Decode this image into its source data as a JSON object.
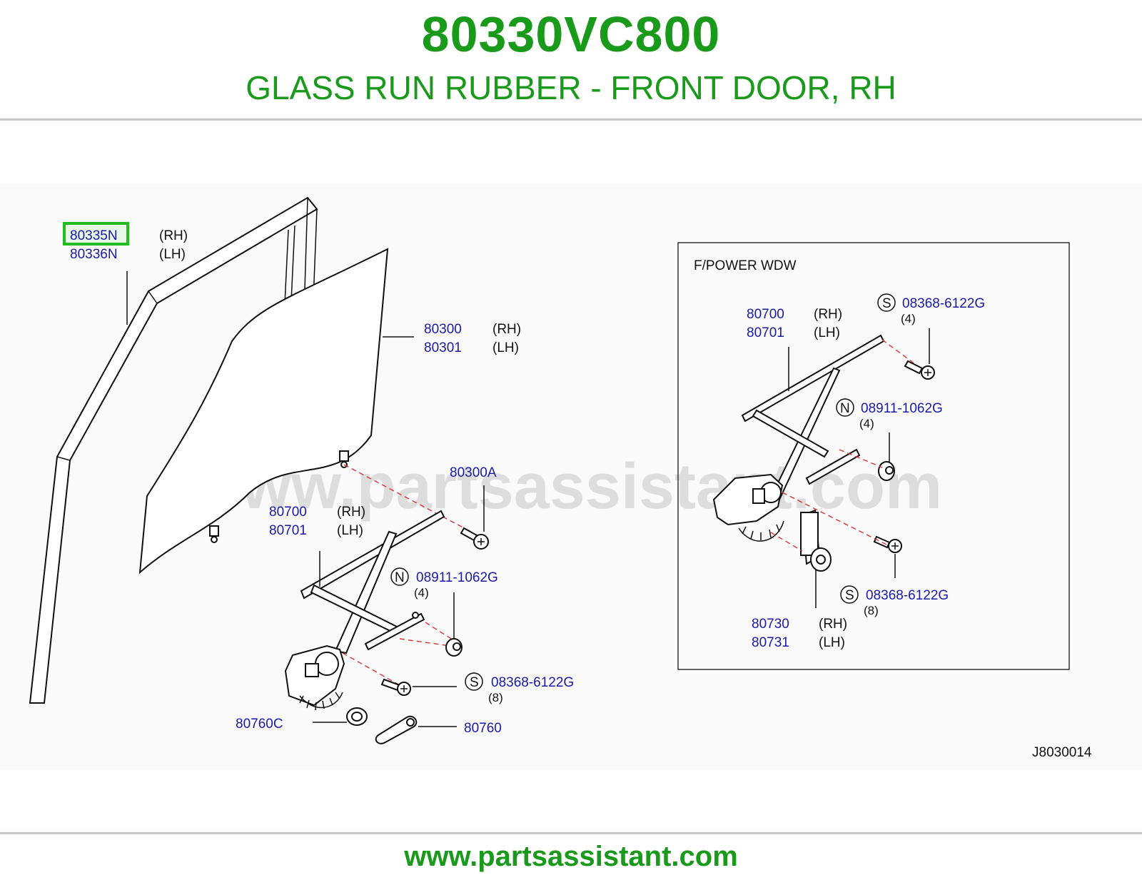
{
  "header": {
    "part_number": "80330VC800",
    "description": "GLASS RUN RUBBER - FRONT DOOR, RH"
  },
  "watermark": "www.partsassistant.com",
  "diagram_code": "J8030014",
  "footer": {
    "url": "www.partsassistant.com"
  },
  "highlight_color": "#22bb22",
  "labels": {
    "glass_run_rh": "80335N",
    "glass_run_lh": "80336N",
    "glass_rh": "80300",
    "glass_lh": "80301",
    "glass_bolt": "80300A",
    "regulator_rh": "80700",
    "regulator_lh": "80701",
    "nut_prefix": "N",
    "nut_part": "08911-1062G",
    "nut_qty": "(4)",
    "bolt_prefix": "S",
    "bolt_part": "08368-6122G",
    "bolt_qty": "(8)",
    "escutcheon": "80760C",
    "handle": "80760",
    "rh": "(RH)",
    "lh": "(LH)"
  },
  "inset": {
    "title": "F/POWER  WDW",
    "regulator_rh": "80700",
    "regulator_lh": "80701",
    "bolt_top_prefix": "S",
    "bolt_top_part": "08368-6122G",
    "bolt_top_qty": "(4)",
    "nut_prefix": "N",
    "nut_part": "08911-1062G",
    "nut_qty": "(4)",
    "bolt_bottom_prefix": "S",
    "bolt_bottom_part": "08368-6122G",
    "bolt_bottom_qty": "(8)",
    "motor_rh": "80730",
    "motor_lh": "80731",
    "rh": "(RH)",
    "lh": "(LH)"
  }
}
